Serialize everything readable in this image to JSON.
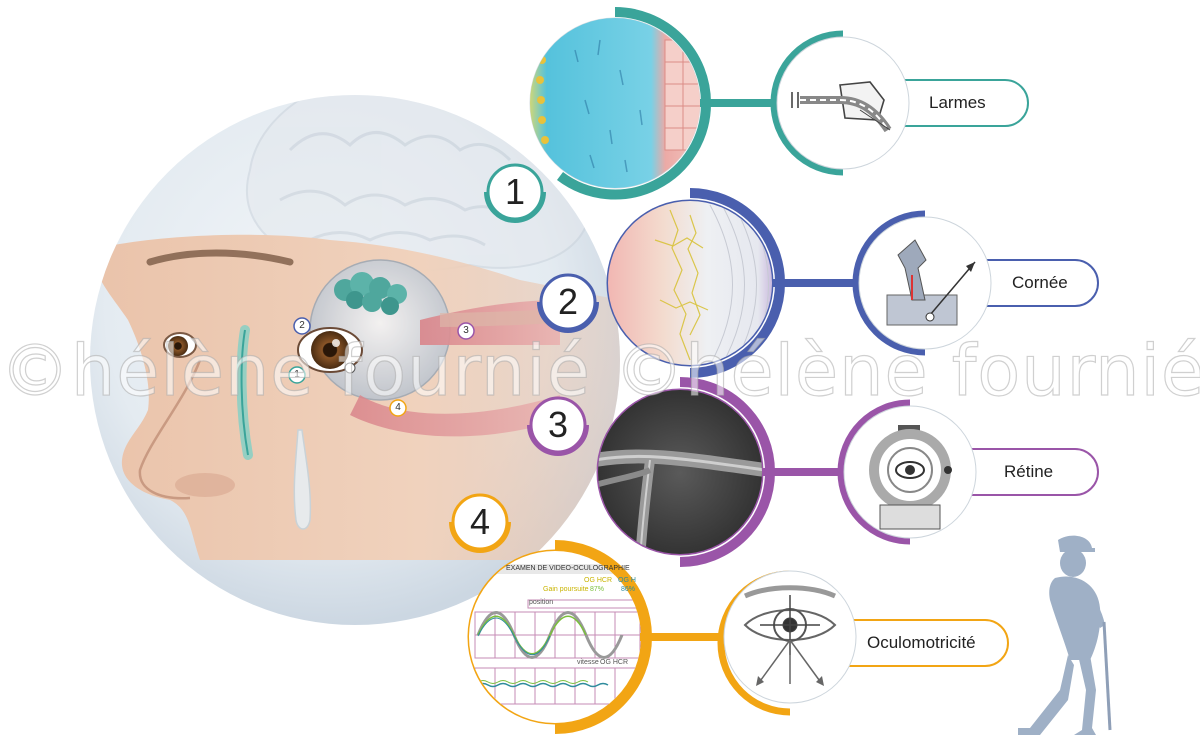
{
  "watermark": "©hélène fournié ©hélène fournié",
  "colors": {
    "teal": "#3aa49a",
    "blue": "#4a5fae",
    "purple": "#9a55a8",
    "orange": "#f2a514",
    "figure": "#9fb0c6"
  },
  "steps": [
    {
      "number": "1",
      "label": "Larmes",
      "icon": "lacrimal-probe-icon"
    },
    {
      "number": "2",
      "label": "Cornée",
      "icon": "microscope-icon"
    },
    {
      "number": "3",
      "label": "Rétine",
      "icon": "retinal-scanner-icon"
    },
    {
      "number": "4",
      "label": "Oculomotricité",
      "icon": "eye-tracking-icon"
    }
  ],
  "face_markers": [
    "1",
    "2",
    "3",
    "4"
  ],
  "vog": {
    "title": "EXAMEN DE VIDEO-OCULOGRAPHIE",
    "row1": "OG HCR",
    "row1b": "OG H",
    "gain": "Gain poursuite",
    "pct1": "87%",
    "pct2": "86%",
    "position": "position",
    "vitesse": "vitesse",
    "row2": "OG HCR"
  }
}
